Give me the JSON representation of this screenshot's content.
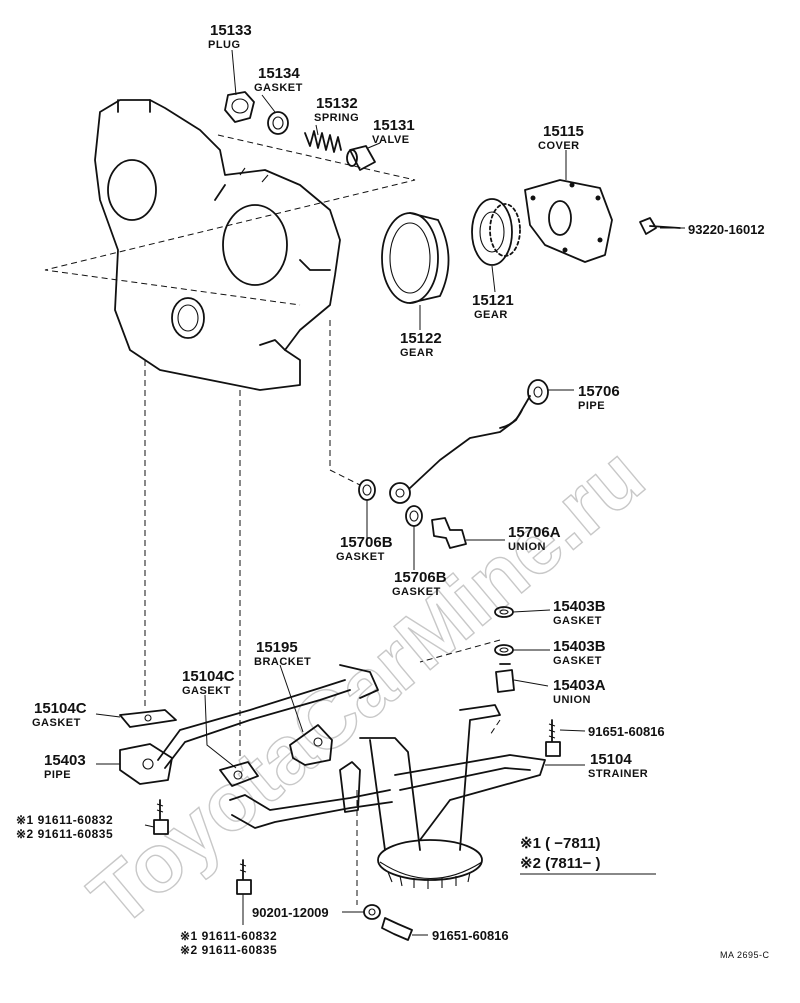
{
  "watermark": "ToyotaCarMine.ru",
  "labels": {
    "p15133": {
      "num": "15133",
      "name": "PLUG"
    },
    "p15134": {
      "num": "15134",
      "name": "GASKET"
    },
    "p15132": {
      "num": "15132",
      "name": "SPRING"
    },
    "p15131": {
      "num": "15131",
      "name": "VALVE"
    },
    "p15115": {
      "num": "15115",
      "name": "COVER"
    },
    "p93220": {
      "num": "93220-16012"
    },
    "p15121": {
      "num": "15121",
      "name": "GEAR"
    },
    "p15122": {
      "num": "15122",
      "name": "GEAR"
    },
    "p15706": {
      "num": "15706",
      "name": "PIPE"
    },
    "p15706b_1": {
      "num": "15706B",
      "name": "GASKET"
    },
    "p15706a": {
      "num": "15706A",
      "name": "UNION"
    },
    "p15706b_2": {
      "num": "15706B",
      "name": "GASKET"
    },
    "p15403b_1": {
      "num": "15403B",
      "name": "GASKET"
    },
    "p15403b_2": {
      "num": "15403B",
      "name": "GASKET"
    },
    "p15403a": {
      "num": "15403A",
      "name": "UNION"
    },
    "p15195": {
      "num": "15195",
      "name": "BRACKET"
    },
    "p15104c_1": {
      "num": "15104C",
      "name": "GASEKT"
    },
    "p15104c_2": {
      "num": "15104C",
      "name": "GASKET"
    },
    "p15403": {
      "num": "15403",
      "name": "PIPE"
    },
    "p91651_1": {
      "num": "91651-60816"
    },
    "p15104": {
      "num": "15104",
      "name": "STRAINER"
    },
    "bolt_left_1": "※1 91611-60832",
    "bolt_left_2": "※2 91611-60835",
    "p90201": {
      "num": "90201-12009"
    },
    "p91651_2": {
      "num": "91651-60816"
    },
    "bolt_bottom_1": "※1 91611-60832",
    "bolt_bottom_2": "※2 91611-60835"
  },
  "legend": {
    "row1": "※1 (      −7811)",
    "row2": "※2 (7811−       )"
  },
  "code": "MA 2695-C"
}
